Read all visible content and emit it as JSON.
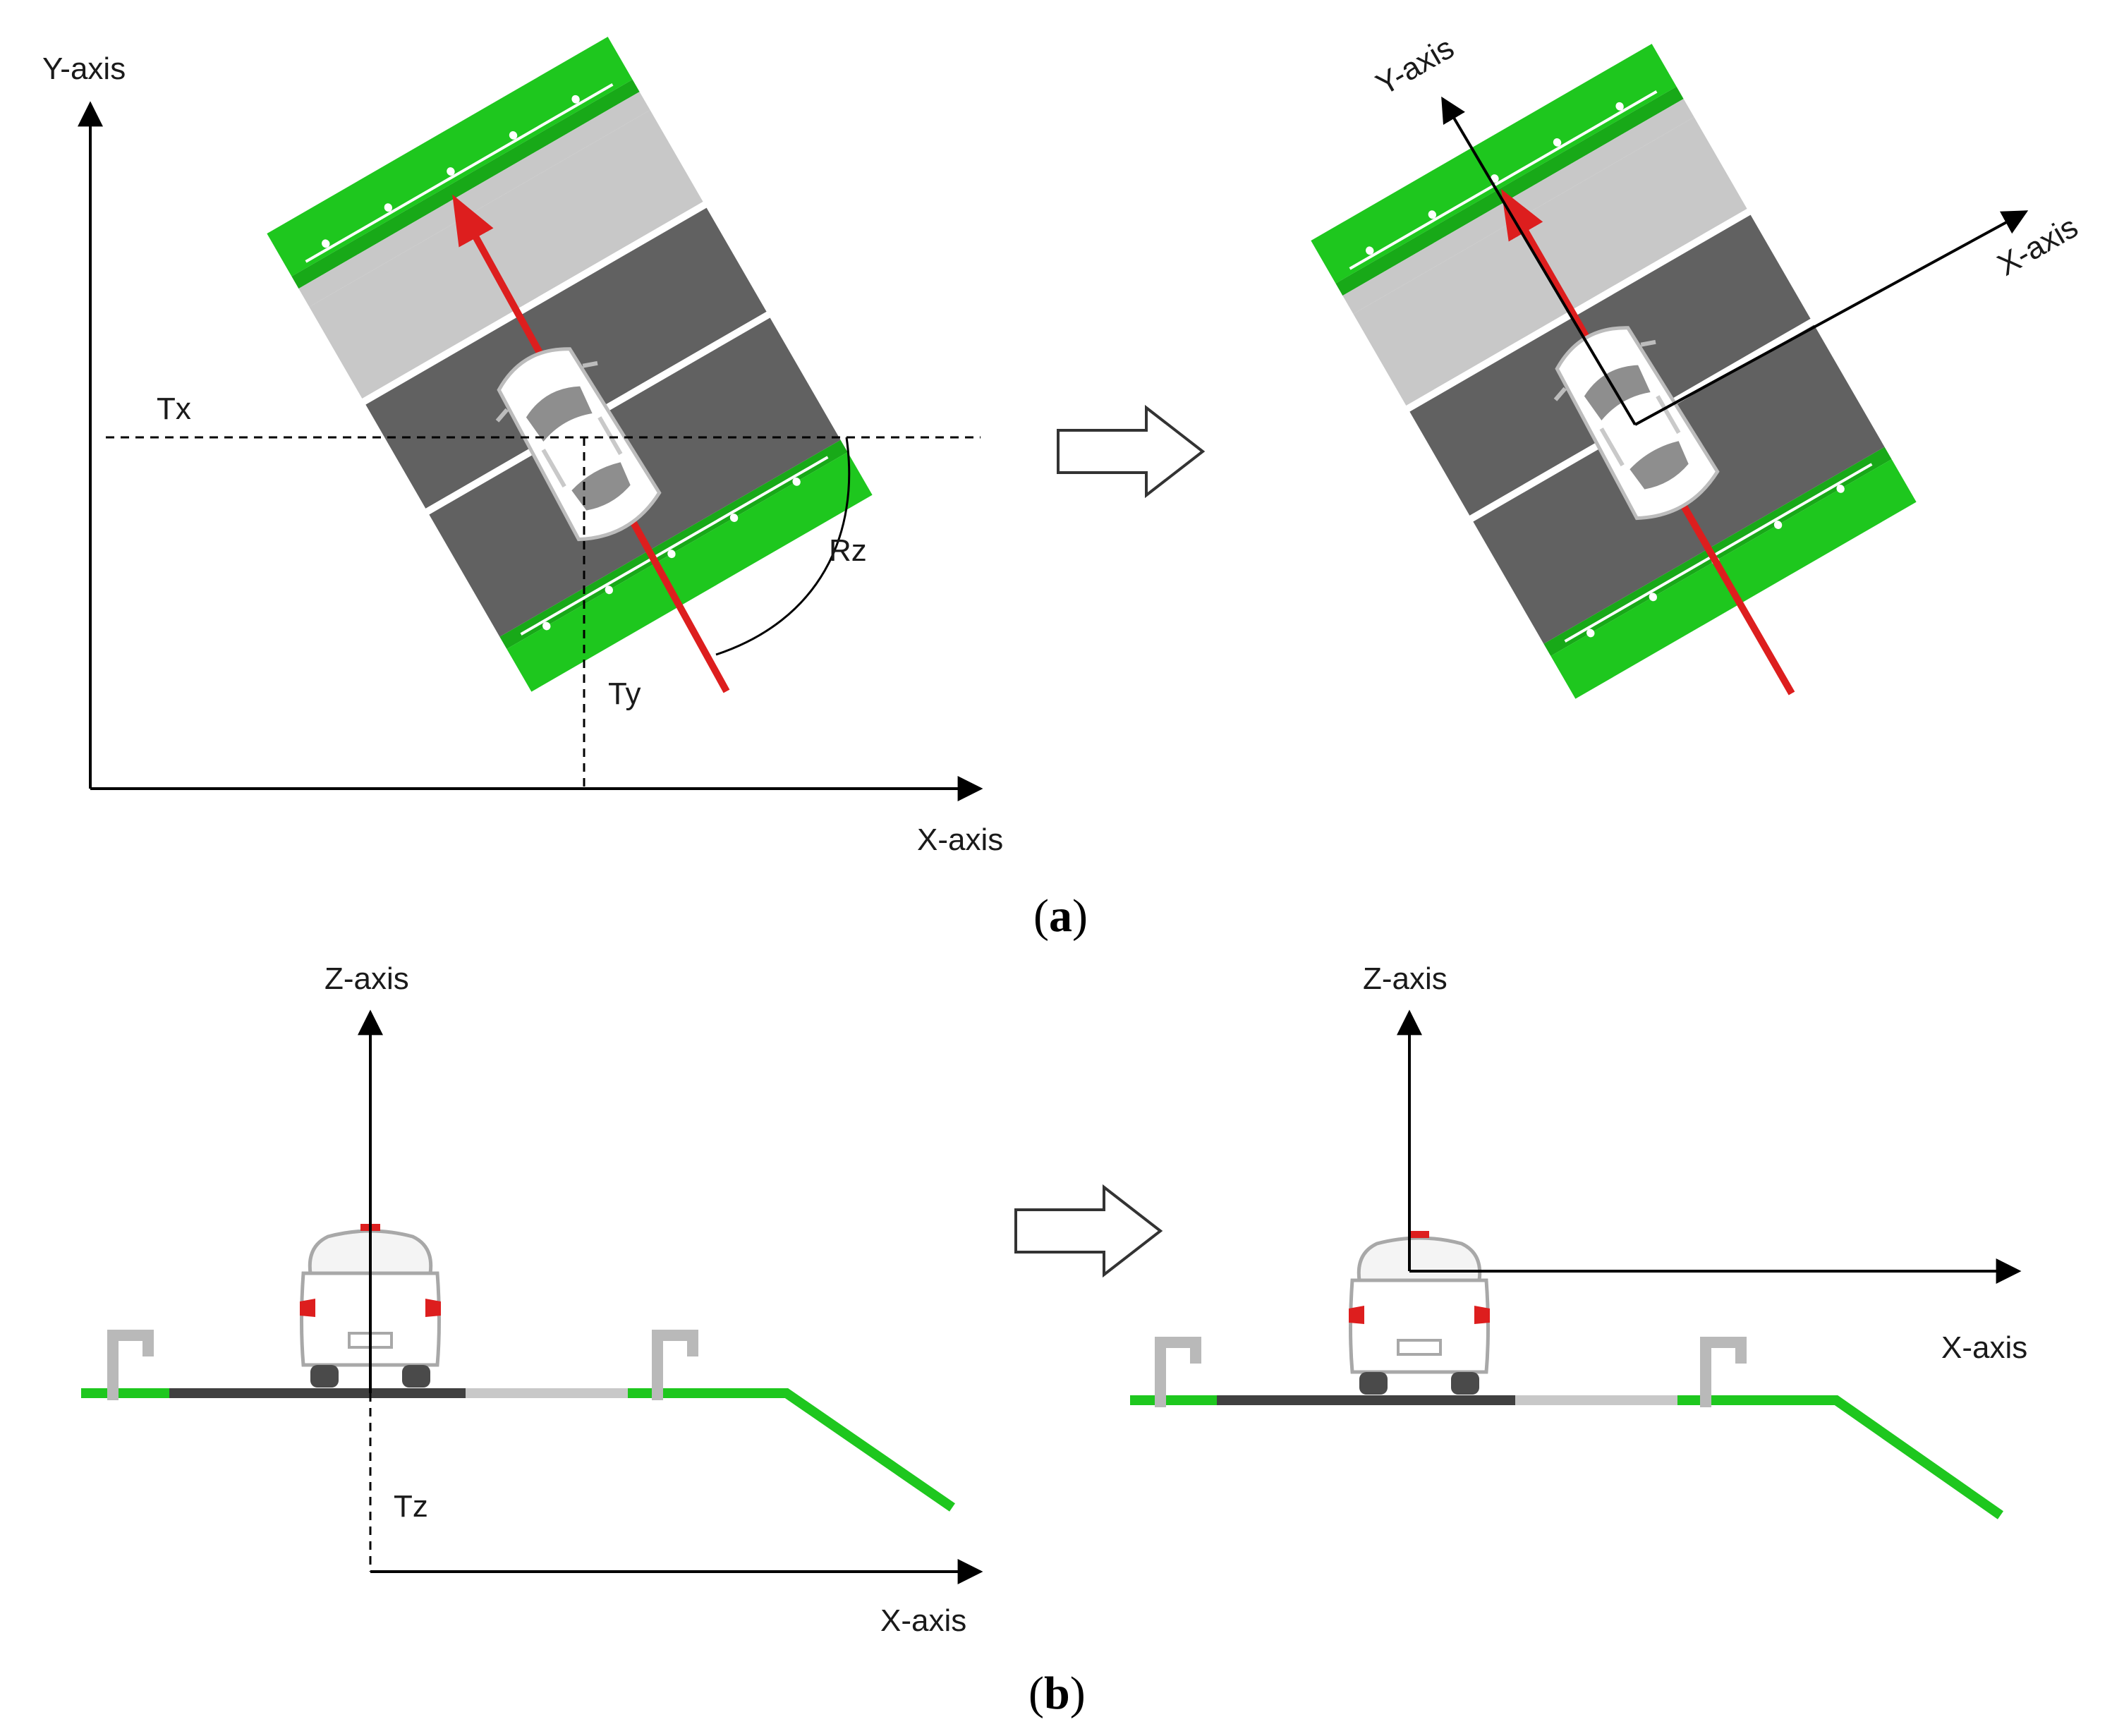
{
  "panel_a": {
    "left": {
      "y_axis": "Y-axis",
      "x_axis": "X-axis",
      "tx": "Tx",
      "ty": "Ty",
      "rz": "Rz"
    },
    "right": {
      "y_axis": "Y-axis",
      "x_axis": "X-axis"
    },
    "caption": {
      "open": "(",
      "letter": "a",
      "close": ")"
    }
  },
  "panel_b": {
    "left": {
      "z_axis": "Z-axis",
      "x_axis": "X-axis",
      "tz": "Tz"
    },
    "right": {
      "z_axis": "Z-axis",
      "x_axis": "X-axis"
    },
    "caption": {
      "open": "(",
      "letter": "b",
      "close": ")"
    }
  },
  "colors": {
    "verge_green": "#1ec71e",
    "dark_lane": "#616161",
    "light_lane": "#c8c8c8",
    "heading_red": "#dd1e1e",
    "barrier_grey": "#b9b9b9"
  },
  "icons": [
    "car-top-view-icon",
    "car-rear-view-icon",
    "hollow-right-arrow-icon",
    "guardrail-post-icon"
  ]
}
